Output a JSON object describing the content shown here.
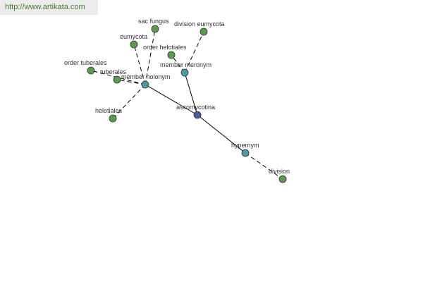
{
  "banner": {
    "url": "http://www.artikata.com"
  },
  "colors": {
    "center": "#4b5a9e",
    "relation": "#4f9aa0",
    "leaf": "#5a9a4e"
  },
  "nodes": {
    "ascomycotina": {
      "label": "ascomycotina",
      "kind": "center"
    },
    "hypernym": {
      "label": "hypernym",
      "kind": "relation"
    },
    "division": {
      "label": "division",
      "kind": "leaf"
    },
    "member_meronym": {
      "label": "member meronym",
      "kind": "relation"
    },
    "division_eumycota": {
      "label": "division eumycota",
      "kind": "leaf"
    },
    "order_helotiales": {
      "label": "order helotiales",
      "kind": "leaf"
    },
    "member_holonym": {
      "label": "member holonym",
      "kind": "relation"
    },
    "sac_fungus": {
      "label": "sac fungus",
      "kind": "leaf"
    },
    "eumycota": {
      "label": "eumycota",
      "kind": "leaf"
    },
    "order_tuberales": {
      "label": "order tuberales",
      "kind": "leaf"
    },
    "tuberales": {
      "label": "tuberales",
      "kind": "leaf"
    },
    "helotiales": {
      "label": "helotiales",
      "kind": "leaf"
    }
  },
  "edges": [
    {
      "from": "ascomycotina",
      "to": "hypernym",
      "style": "solid"
    },
    {
      "from": "hypernym",
      "to": "division",
      "style": "dashed"
    },
    {
      "from": "ascomycotina",
      "to": "member_meronym",
      "style": "solid"
    },
    {
      "from": "member_meronym",
      "to": "division_eumycota",
      "style": "dashed"
    },
    {
      "from": "member_meronym",
      "to": "order_helotiales",
      "style": "dashed"
    },
    {
      "from": "ascomycotina",
      "to": "member_holonym",
      "style": "solid"
    },
    {
      "from": "member_holonym",
      "to": "sac_fungus",
      "style": "dashed"
    },
    {
      "from": "member_holonym",
      "to": "eumycota",
      "style": "dashed"
    },
    {
      "from": "member_holonym",
      "to": "order_tuberales",
      "style": "dashed"
    },
    {
      "from": "member_holonym",
      "to": "tuberales",
      "style": "dashed"
    },
    {
      "from": "member_holonym",
      "to": "helotiales",
      "style": "dashed"
    }
  ]
}
